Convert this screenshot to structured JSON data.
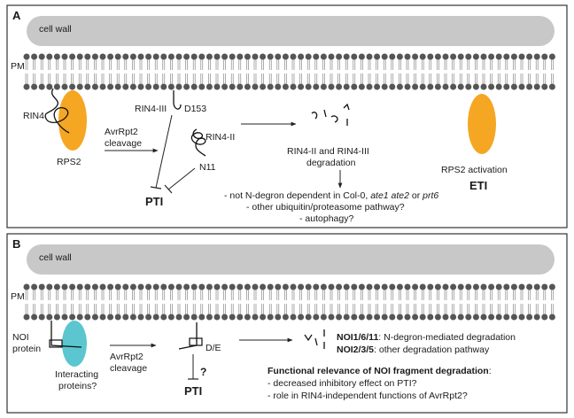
{
  "colors": {
    "cell_wall": "#c8c8c8",
    "membrane_head": "#555555",
    "rps2": "#f5a623",
    "interacting_protein": "#5bc6cf",
    "panel_border": "#333333"
  },
  "panel_a": {
    "letter": "A",
    "cell_wall_label": "cell wall",
    "pm_label": "PM",
    "rin4_label": "RIN4",
    "rps2_label": "RPS2",
    "cleavage_line1": "AvrRpt2",
    "cleavage_line2": "cleavage",
    "rin4_iii_label": "RIN4-III",
    "d153_label": "D153",
    "rin4_ii_label": "RIN4-II",
    "n11_label": "N11",
    "pti_label": "PTI",
    "degradation_line1": "RIN4-II and RIN4-III",
    "degradation_line2": "degradation",
    "rps2_activation_label": "RPS2 activation",
    "eti_label": "ETI",
    "note_line1_prefix": "- not N-degron dependent in Col-0, ",
    "note_line1_italic1": "ate1 ate2",
    "note_line1_mid": " or ",
    "note_line1_italic2": "prt6",
    "note_line2": "- other ubiquitin/proteasome pathway?",
    "note_line3": "- autophagy?"
  },
  "panel_b": {
    "letter": "B",
    "cell_wall_label": "cell wall",
    "pm_label": "PM",
    "noi_line1": "NOI",
    "noi_line2": "protein",
    "interacting_line1": "Interacting",
    "interacting_line2": "proteins?",
    "cleavage_line1": "AvrRpt2",
    "cleavage_line2": "cleavage",
    "de_label": "D/E",
    "question_mark": "?",
    "pti_label": "PTI",
    "noi_a_bold": "NOI1/6/11",
    "noi_a_rest": ": N-degron-mediated degradation",
    "noi_b_bold": "NOI2/3/5",
    "noi_b_rest": ": other degradation pathway",
    "relevance_bold": "Functional relevance of NOI fragment degradation",
    "relevance_colon": ":",
    "relevance_line1": "- decreased inhibitory effect on PTI?",
    "relevance_line2": "- role in RIN4-independent functions of AvrRpt2?"
  }
}
